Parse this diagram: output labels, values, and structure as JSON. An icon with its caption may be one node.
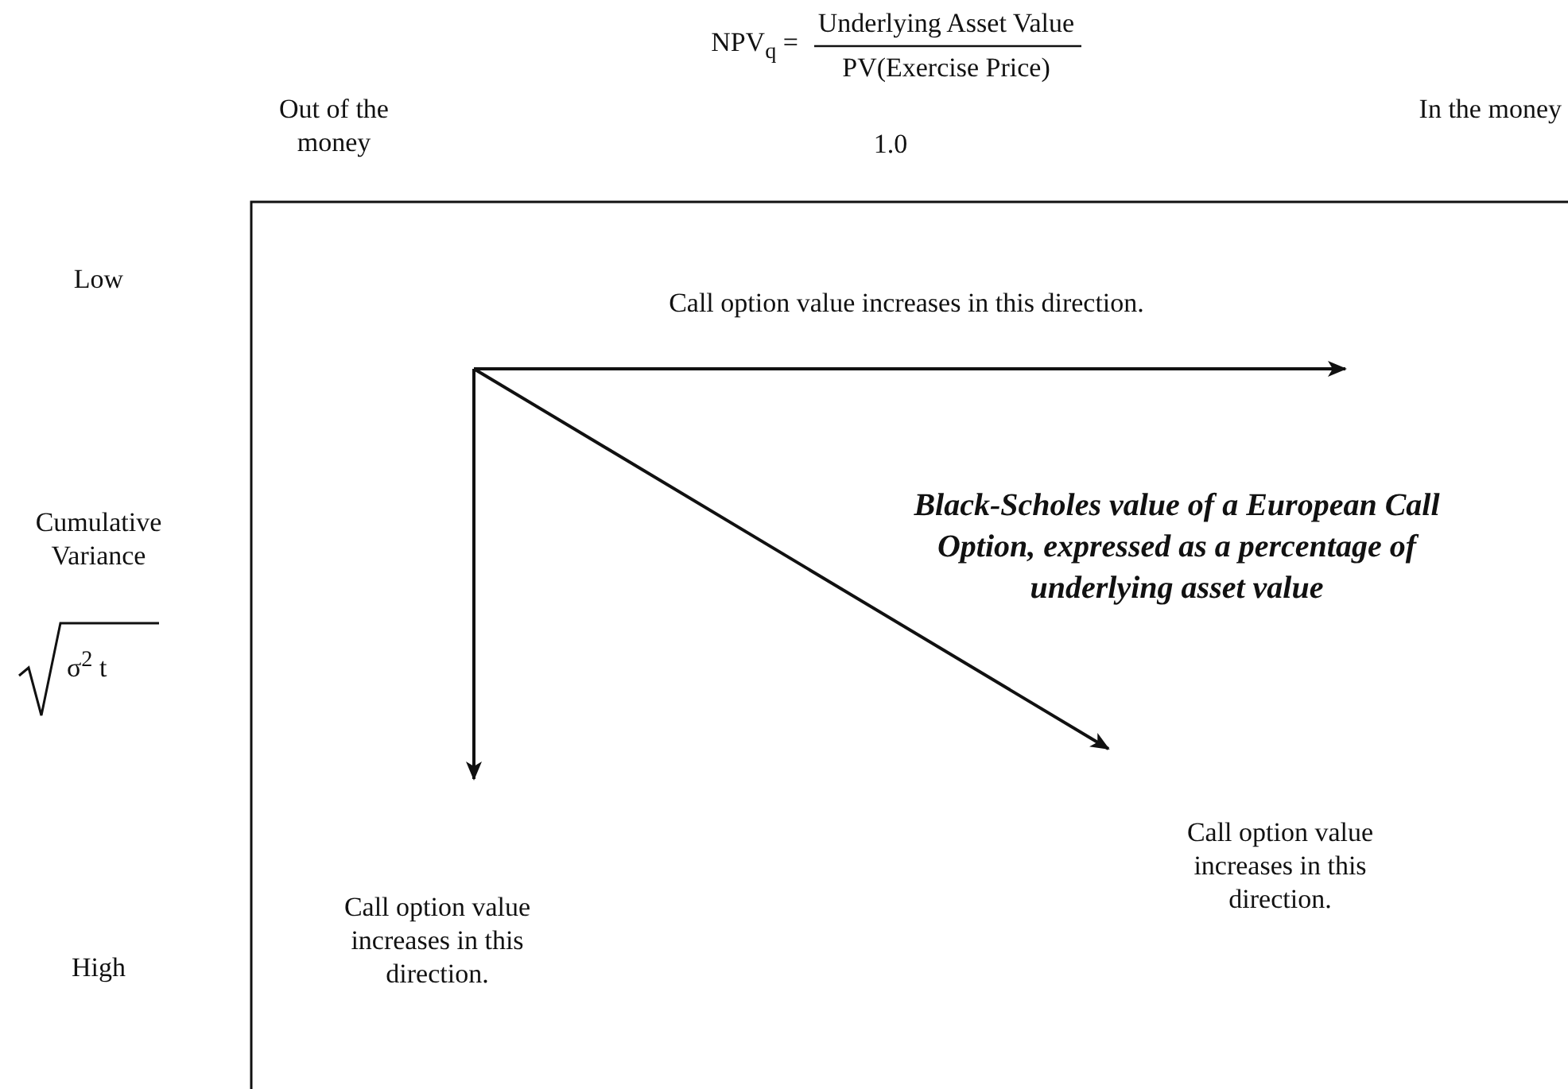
{
  "diagram": {
    "labels": [
      "NPV$_{q}$ =",
      "Underlying Asset Value",
      "PV(Exercise Price)",
      "Out of the money",
      "1.0",
      "In the money",
      "Low",
      "Cumulative Variance",
      "σ$^{2}$ t",
      "High",
      "Call option value increases in this direction.",
      "Call option value increases in this direction.",
      "Call option value increases in this direction.",
      "Black-Scholes value of a European Call Option, expressed as a percentage of underlying asset value"
    ]
  }
}
